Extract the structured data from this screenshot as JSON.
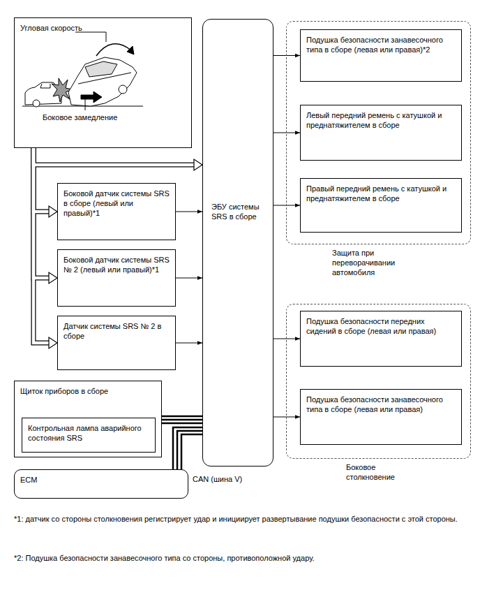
{
  "diagram": {
    "nodes": [
      {
        "text": [
          "Угловая скорость",
          "Боковое замедление"
        ]
      },
      {
        "text": [
          "Боковой датчик системы SRS в сборе (левый или правый)*1"
        ]
      },
      {
        "text": [
          "Боковой датчик системы SRS № 2 (левый или правый)*1"
        ]
      },
      {
        "text": [
          "Датчик системы SRS № 2 в сборе"
        ]
      },
      {
        "text": [
          "Щиток приборов в сборе"
        ]
      },
      {
        "text": [
          "Контрольная лампа аварийного состояния SRS"
        ],
        "in": 4
      },
      {
        "text": [
          "ECM"
        ]
      },
      {
        "text": [
          "ЭБУ системы SRS в сборе"
        ]
      },
      {
        "text": [
          "Защита при переворачивании автомобиля"
        ]
      },
      {
        "text": [
          "Подушка безопасности занавесочного типа в сборе (левая или правая)*2"
        ],
        "in": 8
      },
      {
        "text": [
          "Левый передний ремень с катушкой и преднатяжителем в сборе"
        ],
        "in": 8
      },
      {
        "text": [
          "Правый передний ремень с катушкой и преднатяжителем в сборе"
        ],
        "in": 8
      },
      {
        "text": [
          "Боковое столкновение"
        ]
      },
      {
        "text": [
          "Подушка безопасности передних сидений в сборе (левая или правая)"
        ],
        "in": 12
      },
      {
        "text": [
          "Подушка безопасности занавесочного типа в сборе (левая или правая)"
        ],
        "in": 12
      }
    ],
    "edges": [
      {
        "from": 0,
        "to": 7,
        "arrow": "to"
      },
      {
        "from": 0,
        "to": 1,
        "arrow": "to"
      },
      {
        "from": 0,
        "to": 2,
        "arrow": "to"
      },
      {
        "from": 0,
        "to": 3,
        "arrow": "to"
      },
      {
        "from": 1,
        "to": 7,
        "arrow": "to"
      },
      {
        "from": 2,
        "to": 7,
        "arrow": "to"
      },
      {
        "from": 3,
        "to": 7,
        "arrow": "to"
      },
      {
        "from": 7,
        "to": 9,
        "arrow": "to"
      },
      {
        "from": 7,
        "to": 10,
        "arrow": "to"
      },
      {
        "from": 7,
        "to": 11,
        "arrow": "to"
      },
      {
        "from": 7,
        "to": 13,
        "arrow": "to"
      },
      {
        "from": 7,
        "to": 14,
        "arrow": "to"
      },
      {
        "from": 4,
        "to": 7,
        "arrow": "none"
      },
      {
        "from": 6,
        "to": 7,
        "arrow": "none",
        "label": "CAN (шина V)"
      }
    ],
    "labels": [
      "*1: датчик со стороны столкновения регистрирует удар и инициирует развертывание подушки безопасности с этой стороны.",
      "*2: Подушка безопасности занавесочного типа со стороны, противоположной удару."
    ]
  }
}
